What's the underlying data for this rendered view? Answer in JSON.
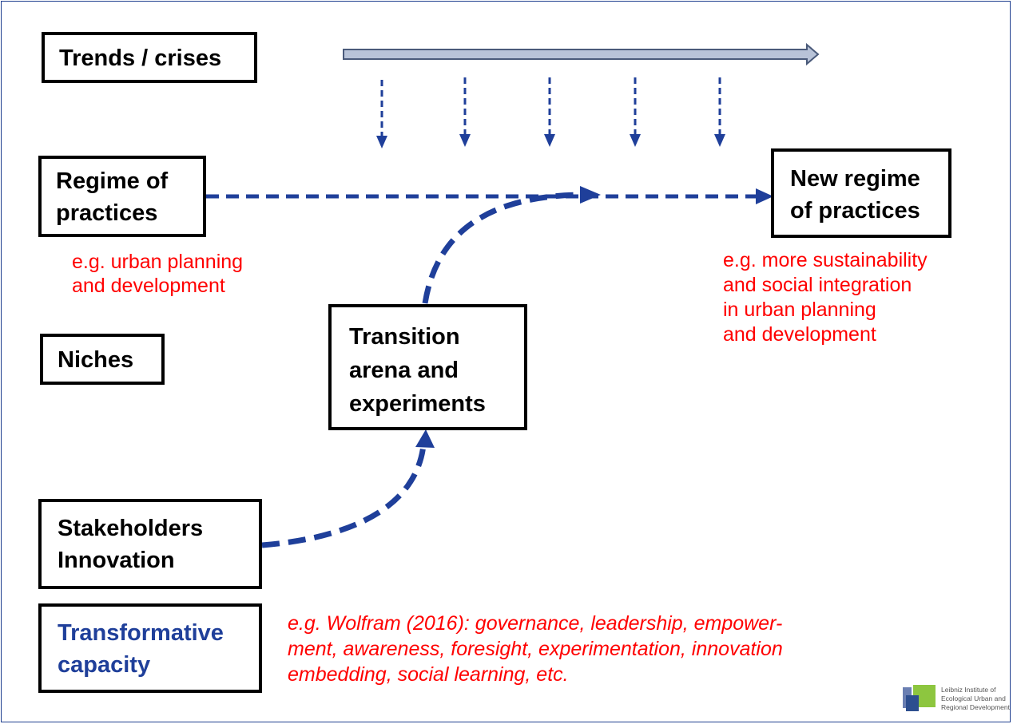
{
  "boxes": {
    "trends": {
      "text": "Trends / crises"
    },
    "regime": {
      "lines": [
        "Regime of",
        "practices"
      ]
    },
    "new_regime": {
      "lines": [
        "New regime",
        "of practices"
      ]
    },
    "niches": {
      "text": "Niches"
    },
    "transition": {
      "lines": [
        "Transition",
        "arena and",
        "experiments"
      ]
    },
    "stakeholders": {
      "lines": [
        "Stakeholders",
        "Innovation"
      ]
    },
    "capacity": {
      "lines": [
        "Transformative",
        "capacity"
      ]
    }
  },
  "notes": {
    "regime_example": [
      "e.g. urban planning",
      "and development"
    ],
    "new_regime_example": [
      "e.g. more sustainability",
      "and social integration",
      "in urban planning",
      "and development"
    ],
    "capacity_example": [
      "e.g. Wolfram (2016): governance, leadership, empower-",
      "ment, awareness, foresight, experimentation, innovation",
      "embedding, social learning, etc."
    ]
  },
  "logo": {
    "lines": [
      "Leibniz Institute of",
      "Ecological Urban and",
      "Regional Development"
    ]
  },
  "colors": {
    "arrow_blue": "#1f3f9a",
    "note_red": "#ff0000",
    "capacity_blue": "#1f3f9a",
    "trend_arrow_fill": "#b8c3d8",
    "logo_green": "#8dc63f"
  }
}
